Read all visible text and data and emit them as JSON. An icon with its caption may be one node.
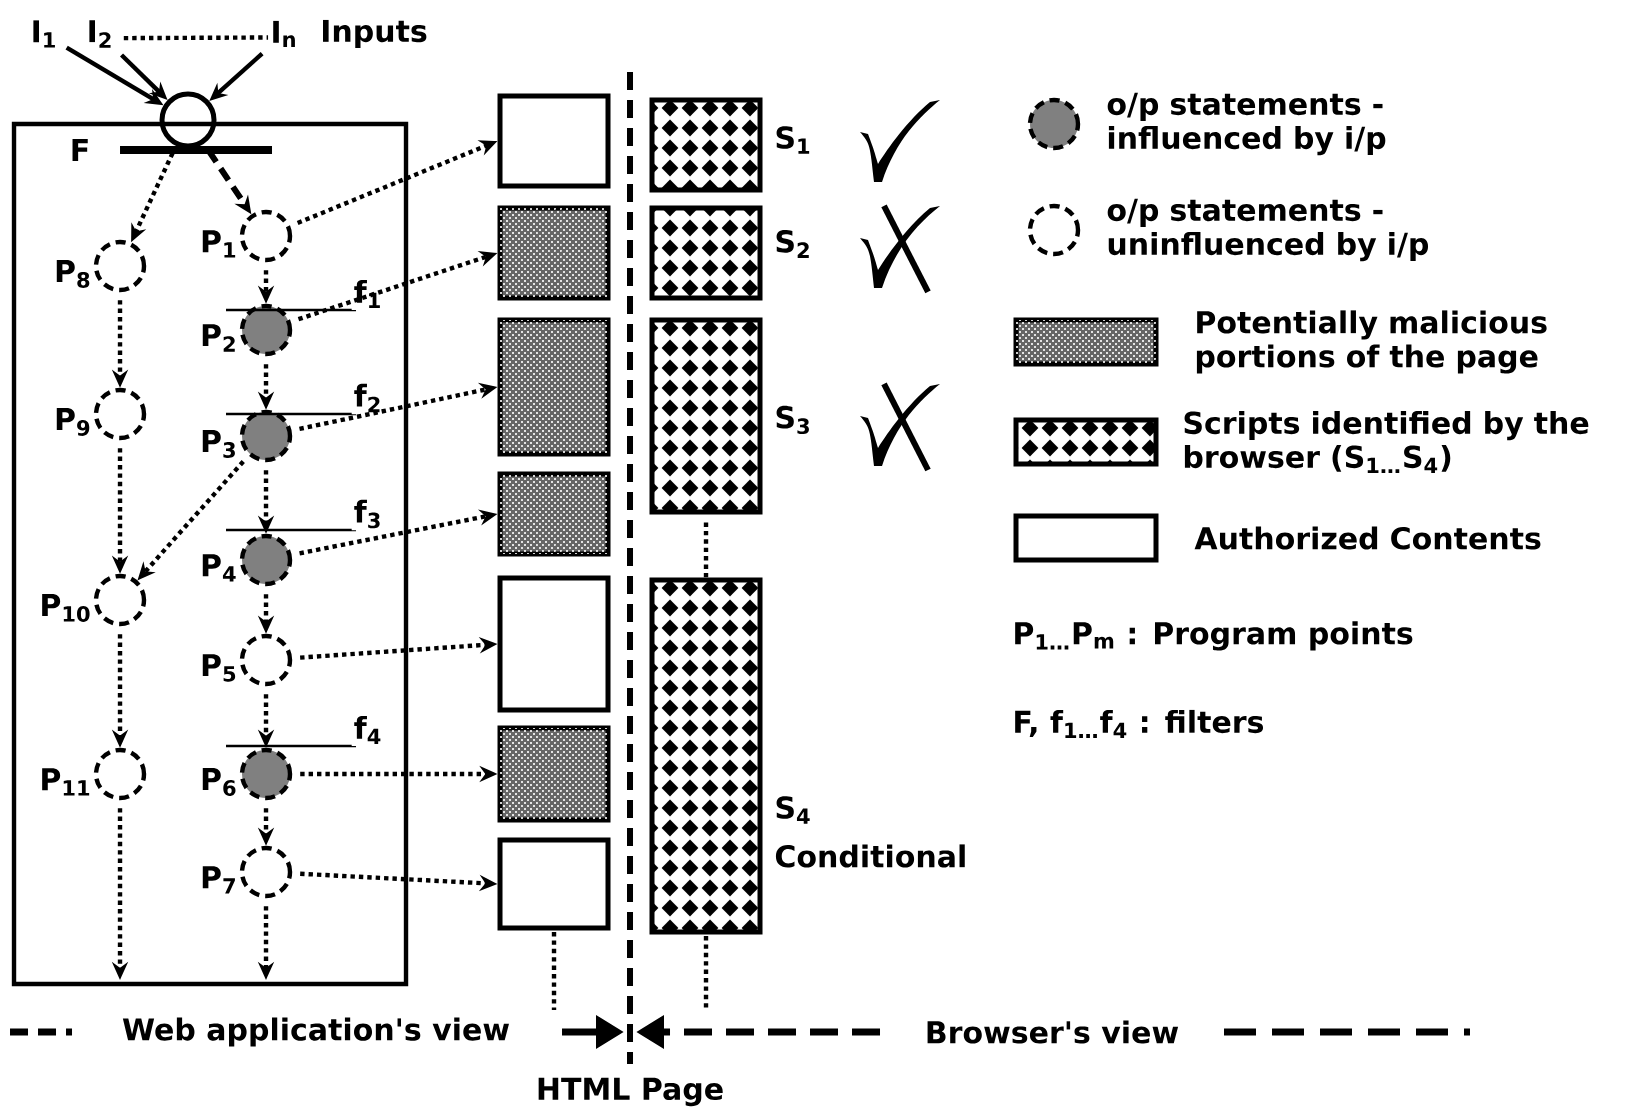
{
  "diagram": {
    "nodes": [
      {
        "text": [
          "I$_{1}$"
        ]
      },
      {
        "text": [
          "I$_{2}$"
        ]
      },
      {
        "text": [
          "I$_{n}$"
        ]
      },
      {
        "text": [],
        "shape": "circle"
      },
      {
        "text": [],
        "shape": "box"
      },
      {
        "text": [
          "P$_{1}$"
        ],
        "in": 4
      },
      {
        "text": [
          "P$_{2}$"
        ],
        "in": 4
      },
      {
        "text": [
          "P$_{3}$"
        ],
        "in": 4
      },
      {
        "text": [
          "P$_{4}$"
        ],
        "in": 4
      },
      {
        "text": [
          "P$_{5}$"
        ],
        "in": 4
      },
      {
        "text": [
          "P$_{6}$"
        ],
        "in": 4
      },
      {
        "text": [
          "P$_{7}$"
        ],
        "in": 4
      },
      {
        "text": [
          "P$_{8}$"
        ],
        "in": 4
      },
      {
        "text": [
          "P$_{9}$"
        ],
        "in": 4
      },
      {
        "text": [
          "P$_{10}$"
        ],
        "in": 4
      },
      {
        "text": [
          "P$_{11}$"
        ],
        "in": 4
      },
      {
        "text": [],
        "shape": "box"
      },
      {
        "text": [],
        "shape": "box"
      },
      {
        "text": [],
        "shape": "box"
      },
      {
        "text": [],
        "shape": "box"
      },
      {
        "text": [],
        "shape": "box"
      },
      {
        "text": [],
        "shape": "box"
      },
      {
        "text": [],
        "shape": "box"
      },
      {
        "text": [
          "S$_{1}$"
        ]
      },
      {
        "text": [
          "S$_{2}$"
        ]
      },
      {
        "text": [
          "S$_{3}$"
        ]
      },
      {
        "text": [
          "S$_{4}$",
          "Conditional"
        ]
      }
    ],
    "edges": [
      {
        "from": 0,
        "to": 3,
        "arrow": "to"
      },
      {
        "from": 1,
        "to": 3,
        "arrow": "to"
      },
      {
        "from": 2,
        "to": 3,
        "arrow": "to"
      },
      {
        "from": 1,
        "to": 2,
        "arrow": "none",
        "style": "dashed"
      },
      {
        "from": 3,
        "to": 5,
        "arrow": "to",
        "style": "dashed"
      },
      {
        "from": 3,
        "to": 12,
        "arrow": "to",
        "style": "dashed"
      },
      {
        "from": 5,
        "to": 6,
        "arrow": "to",
        "style": "dashed"
      },
      {
        "from": 6,
        "to": 7,
        "arrow": "to",
        "style": "dashed"
      },
      {
        "from": 7,
        "to": 8,
        "arrow": "to",
        "style": "dashed"
      },
      {
        "from": 8,
        "to": 9,
        "arrow": "to",
        "style": "dashed"
      },
      {
        "from": 9,
        "to": 10,
        "arrow": "to",
        "style": "dashed"
      },
      {
        "from": 10,
        "to": 11,
        "arrow": "to",
        "style": "dashed"
      },
      {
        "from": 11,
        "to": null,
        "arrow": "to",
        "style": "dashed"
      },
      {
        "from": 12,
        "to": 13,
        "arrow": "to",
        "style": "dashed"
      },
      {
        "from": 13,
        "to": 14,
        "arrow": "to",
        "style": "dashed"
      },
      {
        "from": 14,
        "to": 15,
        "arrow": "to",
        "style": "dashed"
      },
      {
        "from": 15,
        "to": null,
        "arrow": "to",
        "style": "dashed"
      },
      {
        "from": 7,
        "to": 14,
        "arrow": "to",
        "style": "dashed"
      },
      {
        "from": 5,
        "to": 16,
        "arrow": "to",
        "style": "dashed"
      },
      {
        "from": 6,
        "to": 17,
        "arrow": "to",
        "style": "dashed"
      },
      {
        "from": 7,
        "to": 18,
        "arrow": "to",
        "style": "dashed"
      },
      {
        "from": 8,
        "to": 19,
        "arrow": "to",
        "style": "dashed"
      },
      {
        "from": 9,
        "to": 20,
        "arrow": "to",
        "style": "dashed"
      },
      {
        "from": 10,
        "to": 21,
        "arrow": "to",
        "style": "dashed"
      },
      {
        "from": 11,
        "to": 22,
        "arrow": "to",
        "style": "dashed"
      },
      {
        "from": 25,
        "to": 26,
        "arrow": "none",
        "style": "dashed"
      }
    ],
    "labels": [
      "Inputs",
      "F",
      "f$_{1}$",
      "f$_{2}$",
      "f$_{3}$",
      "f$_{4}$",
      "Web application's view",
      "HTML Page",
      "Browser's view",
      "P$_{1…}$P$_{m}$ : Program points",
      "F, f$_{1…}$f$_{4}$ : filters"
    ],
    "legend": [
      {
        "text": "o/p statements - influenced by i/p"
      },
      {
        "text": "o/p statements - uninfluenced by i/p"
      },
      {
        "text": "Potentially malicious portions of the page"
      },
      {
        "text": "Scripts identified by the browser (S$_{1…}$S$_{4}$)"
      },
      {
        "text": "Authorized Contents"
      }
    ]
  }
}
